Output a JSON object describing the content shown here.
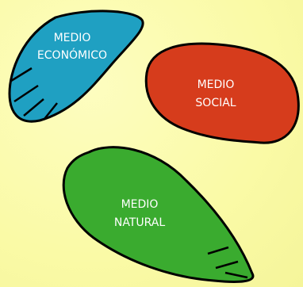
{
  "diagram": {
    "background_color": "#fafaa6",
    "blobs": [
      {
        "id": "economico",
        "line1": "MEDIO",
        "line2": "ECONÓMICO",
        "color": "#1fa0c2"
      },
      {
        "id": "social",
        "line1": "MEDIO",
        "line2": "SOCIAL",
        "color": "#d63c1c"
      },
      {
        "id": "natural",
        "line1": "MEDIO",
        "line2": "NATURAL",
        "color": "#3aab2f"
      }
    ]
  }
}
